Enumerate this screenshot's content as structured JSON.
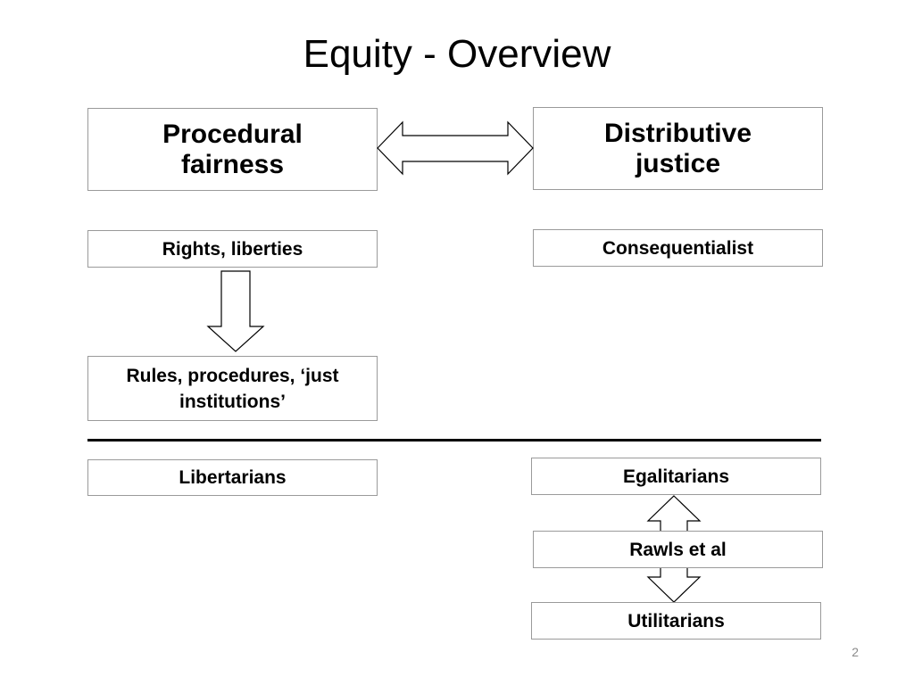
{
  "title": "Equity - Overview",
  "boxes": {
    "procedural_fairness": [
      "Procedural",
      "fairness"
    ],
    "distributive_justice": [
      "Distributive",
      "justice"
    ],
    "rights_liberties": "Rights, liberties",
    "consequentialist": "Consequentialist",
    "rules_procedures": [
      "Rules, procedures, ‘just",
      "institutions’"
    ],
    "libertarians": "Libertarians",
    "egalitarians": "Egalitarians",
    "rawls": "Rawls et al",
    "utilitarians": "Utilitarians"
  },
  "page_number": "2",
  "colors": {
    "box_border": "#9a9a9a",
    "divider": "#000000",
    "page_number": "#8a8a8a"
  }
}
